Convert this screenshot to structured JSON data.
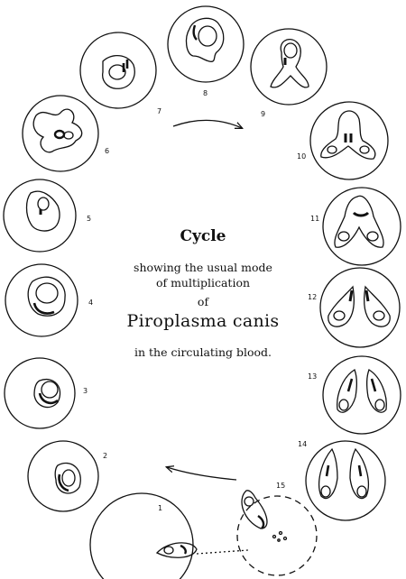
{
  "title": "Cycle",
  "caption": {
    "line1": "showing the usual mode",
    "line2": "of multiplication",
    "line3": "of",
    "organism": "Piroplasma canis",
    "line4": "in the circulating blood."
  },
  "stage_labels": [
    "1",
    "2",
    "3",
    "4",
    "5",
    "6",
    "7",
    "8",
    "9",
    "10",
    "11",
    "12",
    "13",
    "14",
    "15"
  ]
}
